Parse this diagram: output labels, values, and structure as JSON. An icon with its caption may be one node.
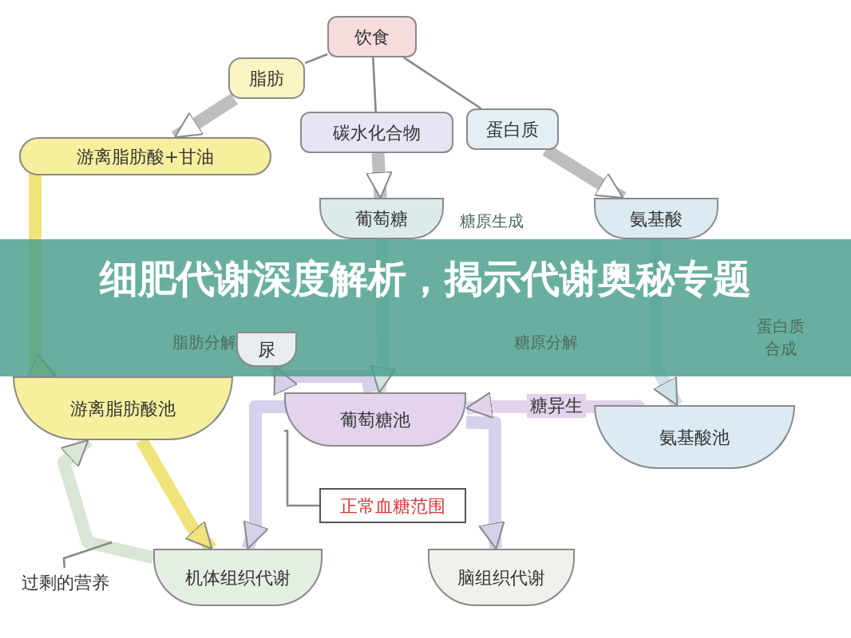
{
  "diagram": {
    "title": "细肥代谢深度解析，揭示代谢奥秘专题",
    "nodes": [
      {
        "text": [
          "饮食"
        ]
      },
      {
        "text": [
          "脂肪"
        ]
      },
      {
        "text": [
          "碳水化合物"
        ]
      },
      {
        "text": [
          "蛋白质"
        ]
      },
      {
        "text": [
          "游离脂肪酸+甘油"
        ]
      },
      {
        "text": [
          "葡萄糖"
        ]
      },
      {
        "text": [
          "氨基酸"
        ]
      },
      {
        "text": [
          "游离脂肪酸池"
        ]
      },
      {
        "text": [
          "葡萄糖池"
        ]
      },
      {
        "text": [
          "氨基酸池"
        ]
      },
      {
        "text": [
          "正常血糖范围"
        ]
      },
      {
        "text": [
          "机体组织代谢"
        ]
      },
      {
        "text": [
          "脑组织代谢"
        ]
      },
      {
        "text": [
          "过剩的营养"
        ]
      },
      {
        "text": [
          "尿"
        ]
      }
    ],
    "edges": [
      {
        "from": 0,
        "to": 1,
        "arrow": "none"
      },
      {
        "from": 0,
        "to": 2,
        "arrow": "none"
      },
      {
        "from": 0,
        "to": 3,
        "arrow": "none"
      },
      {
        "from": 1,
        "to": 4,
        "arrow": "to",
        "color": "#bdbdbd"
      },
      {
        "from": 2,
        "to": 5,
        "arrow": "to",
        "color": "#bdbdbd"
      },
      {
        "from": 3,
        "to": 6,
        "arrow": "to",
        "color": "#bdbdbd"
      },
      {
        "from": 4,
        "to": 7,
        "arrow": "to",
        "color": "#efe37a"
      },
      {
        "from": 5,
        "to": 8,
        "arrow": "to",
        "color": "#cfe3da"
      },
      {
        "from": 6,
        "to": 9,
        "arrow": "to",
        "color": "#cfe1ea"
      },
      {
        "from": 7,
        "to": 11,
        "arrow": "to",
        "color": "#efe37a"
      },
      {
        "from": 11,
        "to": 7,
        "arrow": "to",
        "color": "#d9e6d6"
      },
      {
        "from": 8,
        "to": 11,
        "arrow": "to",
        "color": "#d6d0ea"
      },
      {
        "from": 8,
        "to": 12,
        "arrow": "to",
        "color": "#d6d0ea"
      },
      {
        "from": 9,
        "to": 8,
        "arrow": "to",
        "label": "糖异生",
        "color": "#e2d3ea"
      },
      {
        "from": 8,
        "to": 14,
        "arrow": "to",
        "color": "#d6d0ea"
      },
      {
        "from": 10,
        "to": 8,
        "arrow": "none"
      },
      {
        "from": 13,
        "to": null,
        "arrow": "none"
      }
    ],
    "labels": [
      "糖原生成",
      "脂肪分解",
      "糖原分解",
      "蛋白质合成"
    ]
  }
}
